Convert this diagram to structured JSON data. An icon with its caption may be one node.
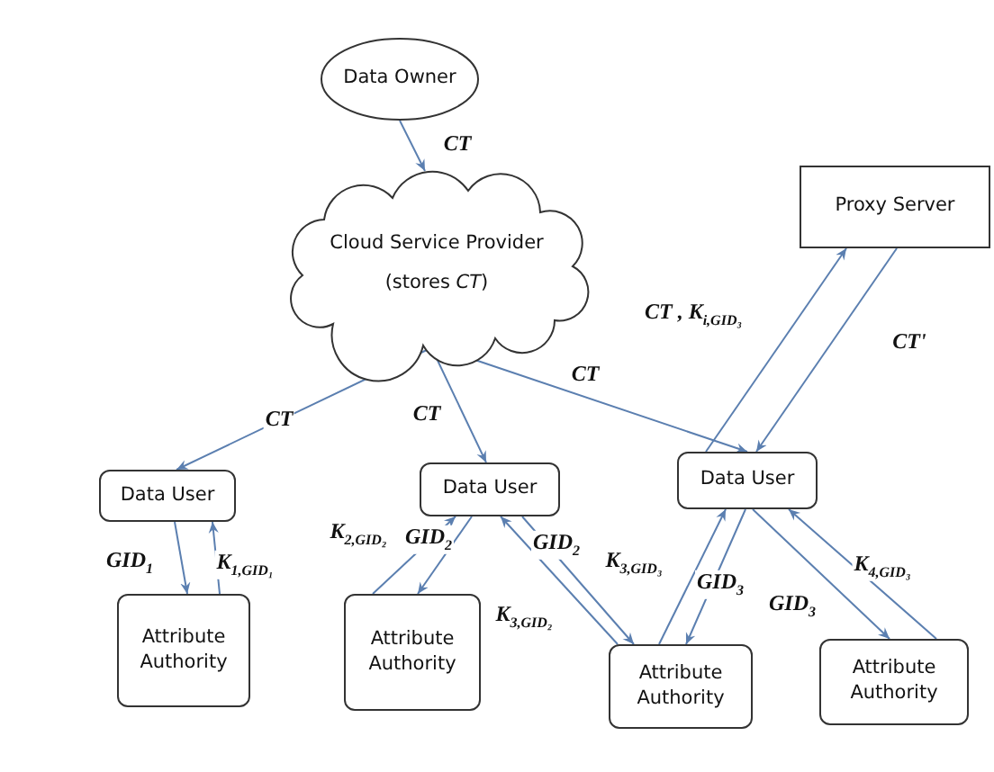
{
  "diagram": {
    "nodes": [
      {
        "text": [
          "Data Owner"
        ]
      },
      {
        "text": [
          "Cloud Service Provider",
          "(stores *CT*)"
        ]
      },
      {
        "text": [
          "Proxy Server"
        ]
      },
      {
        "text": [
          "Data User"
        ]
      },
      {
        "text": [
          "Data User"
        ]
      },
      {
        "text": [
          "Data User"
        ]
      },
      {
        "text": [
          "Attribute Authority"
        ]
      },
      {
        "text": [
          "Attribute Authority"
        ]
      },
      {
        "text": [
          "Attribute Authority"
        ]
      },
      {
        "text": [
          "Attribute Authority"
        ]
      }
    ],
    "edges": [
      {
        "from": 0,
        "to": 1,
        "arrow": "to",
        "label": "CT"
      },
      {
        "from": 1,
        "to": 3,
        "arrow": "to",
        "label": "CT"
      },
      {
        "from": 1,
        "to": 4,
        "arrow": "to",
        "label": "CT"
      },
      {
        "from": 1,
        "to": 5,
        "arrow": "to",
        "label": "CT"
      },
      {
        "from": 5,
        "to": 2,
        "arrow": "to",
        "label": "CT , K$_{i,GID₃}$"
      },
      {
        "from": 2,
        "to": 5,
        "arrow": "to",
        "label": "CT'"
      },
      {
        "from": 3,
        "to": 6,
        "arrow": "to",
        "label": "GID$_{1}$"
      },
      {
        "from": 6,
        "to": 3,
        "arrow": "to",
        "label": "K$_{1,GID₁}$"
      },
      {
        "from": 7,
        "to": 4,
        "arrow": "to",
        "label": "K$_{2,GID₂}$"
      },
      {
        "from": 4,
        "to": 7,
        "arrow": "to",
        "label": "GID$_{2}$"
      },
      {
        "from": 4,
        "to": 8,
        "arrow": "to",
        "label": "GID$_{2}$"
      },
      {
        "from": 8,
        "to": 4,
        "arrow": "to",
        "label": "K$_{3,GID₂}$"
      },
      {
        "from": 8,
        "to": 5,
        "arrow": "to",
        "label": "K$_{3,GID₃}$"
      },
      {
        "from": 5,
        "to": 8,
        "arrow": "to",
        "label": "GID$_{3}$"
      },
      {
        "from": 5,
        "to": 9,
        "arrow": "to",
        "label": "GID$_{3}$"
      },
      {
        "from": 9,
        "to": 5,
        "arrow": "to",
        "label": "K$_{4,GID₃}$"
      }
    ]
  }
}
